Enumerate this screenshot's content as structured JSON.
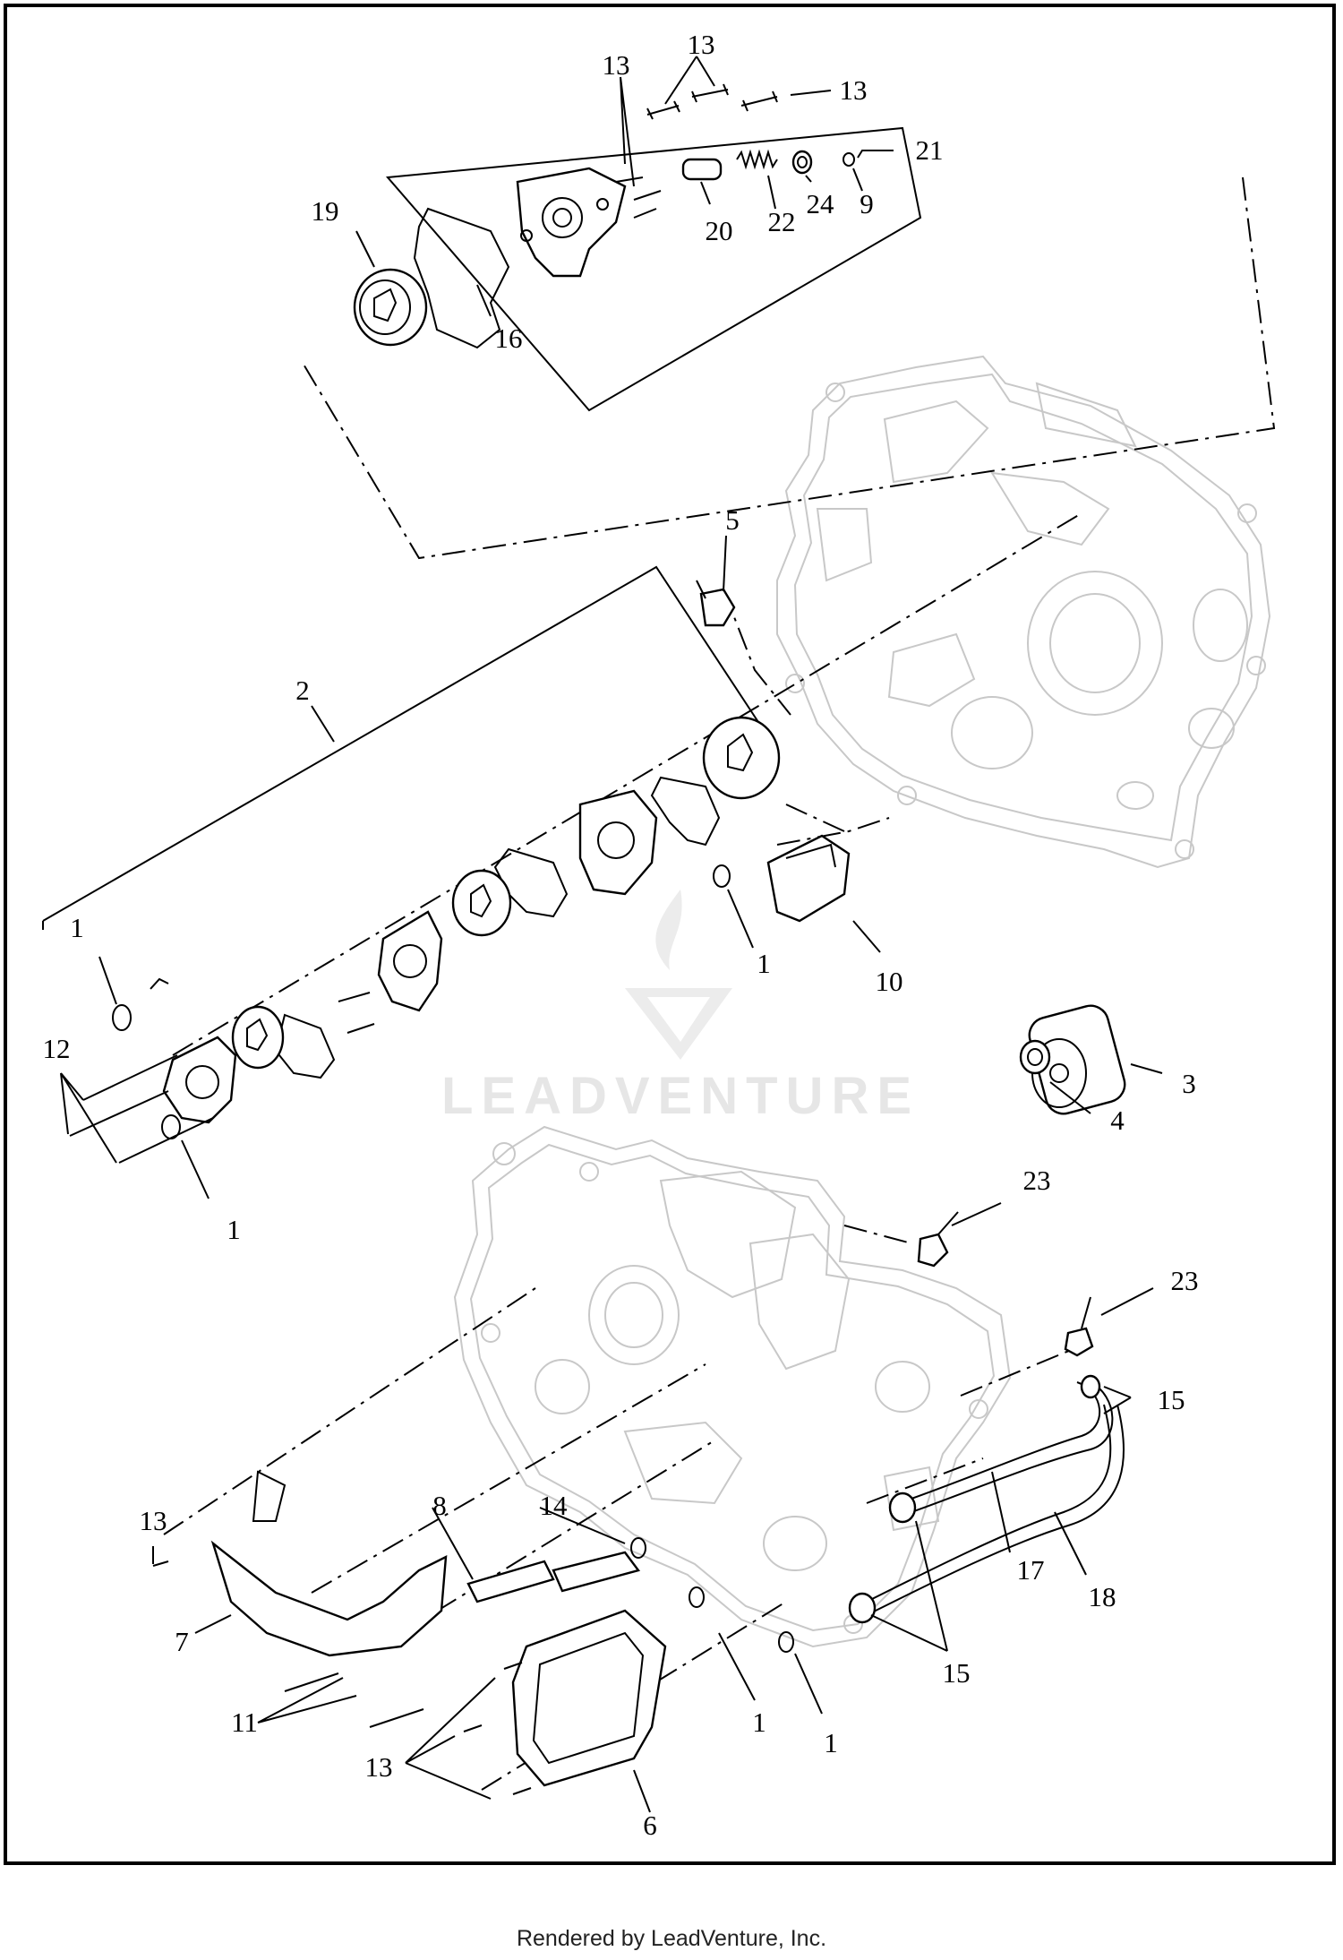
{
  "watermark": {
    "text": "LEADVENTURE"
  },
  "footer": {
    "text": "Rendered by LeadVenture, Inc."
  },
  "callouts": [
    {
      "id": "13a",
      "label": "13"
    },
    {
      "id": "13b",
      "label": "13"
    },
    {
      "id": "13c",
      "label": "13"
    },
    {
      "id": "21",
      "label": "21"
    },
    {
      "id": "19",
      "label": "19"
    },
    {
      "id": "20",
      "label": "20"
    },
    {
      "id": "22",
      "label": "22"
    },
    {
      "id": "24",
      "label": "24"
    },
    {
      "id": "9",
      "label": "9"
    },
    {
      "id": "16",
      "label": "16"
    },
    {
      "id": "5",
      "label": "5"
    },
    {
      "id": "2",
      "label": "2"
    },
    {
      "id": "1a",
      "label": "1"
    },
    {
      "id": "1b",
      "label": "1"
    },
    {
      "id": "10",
      "label": "10"
    },
    {
      "id": "12",
      "label": "12"
    },
    {
      "id": "1c",
      "label": "1"
    },
    {
      "id": "3",
      "label": "3"
    },
    {
      "id": "4",
      "label": "4"
    },
    {
      "id": "23a",
      "label": "23"
    },
    {
      "id": "23b",
      "label": "23"
    },
    {
      "id": "15a",
      "label": "15"
    },
    {
      "id": "13d",
      "label": "13"
    },
    {
      "id": "8",
      "label": "8"
    },
    {
      "id": "14",
      "label": "14"
    },
    {
      "id": "17",
      "label": "17"
    },
    {
      "id": "18",
      "label": "18"
    },
    {
      "id": "7",
      "label": "7"
    },
    {
      "id": "15b",
      "label": "15"
    },
    {
      "id": "11",
      "label": "11"
    },
    {
      "id": "1d",
      "label": "1"
    },
    {
      "id": "1e",
      "label": "1"
    },
    {
      "id": "13e",
      "label": "13"
    },
    {
      "id": "6",
      "label": "6"
    }
  ]
}
